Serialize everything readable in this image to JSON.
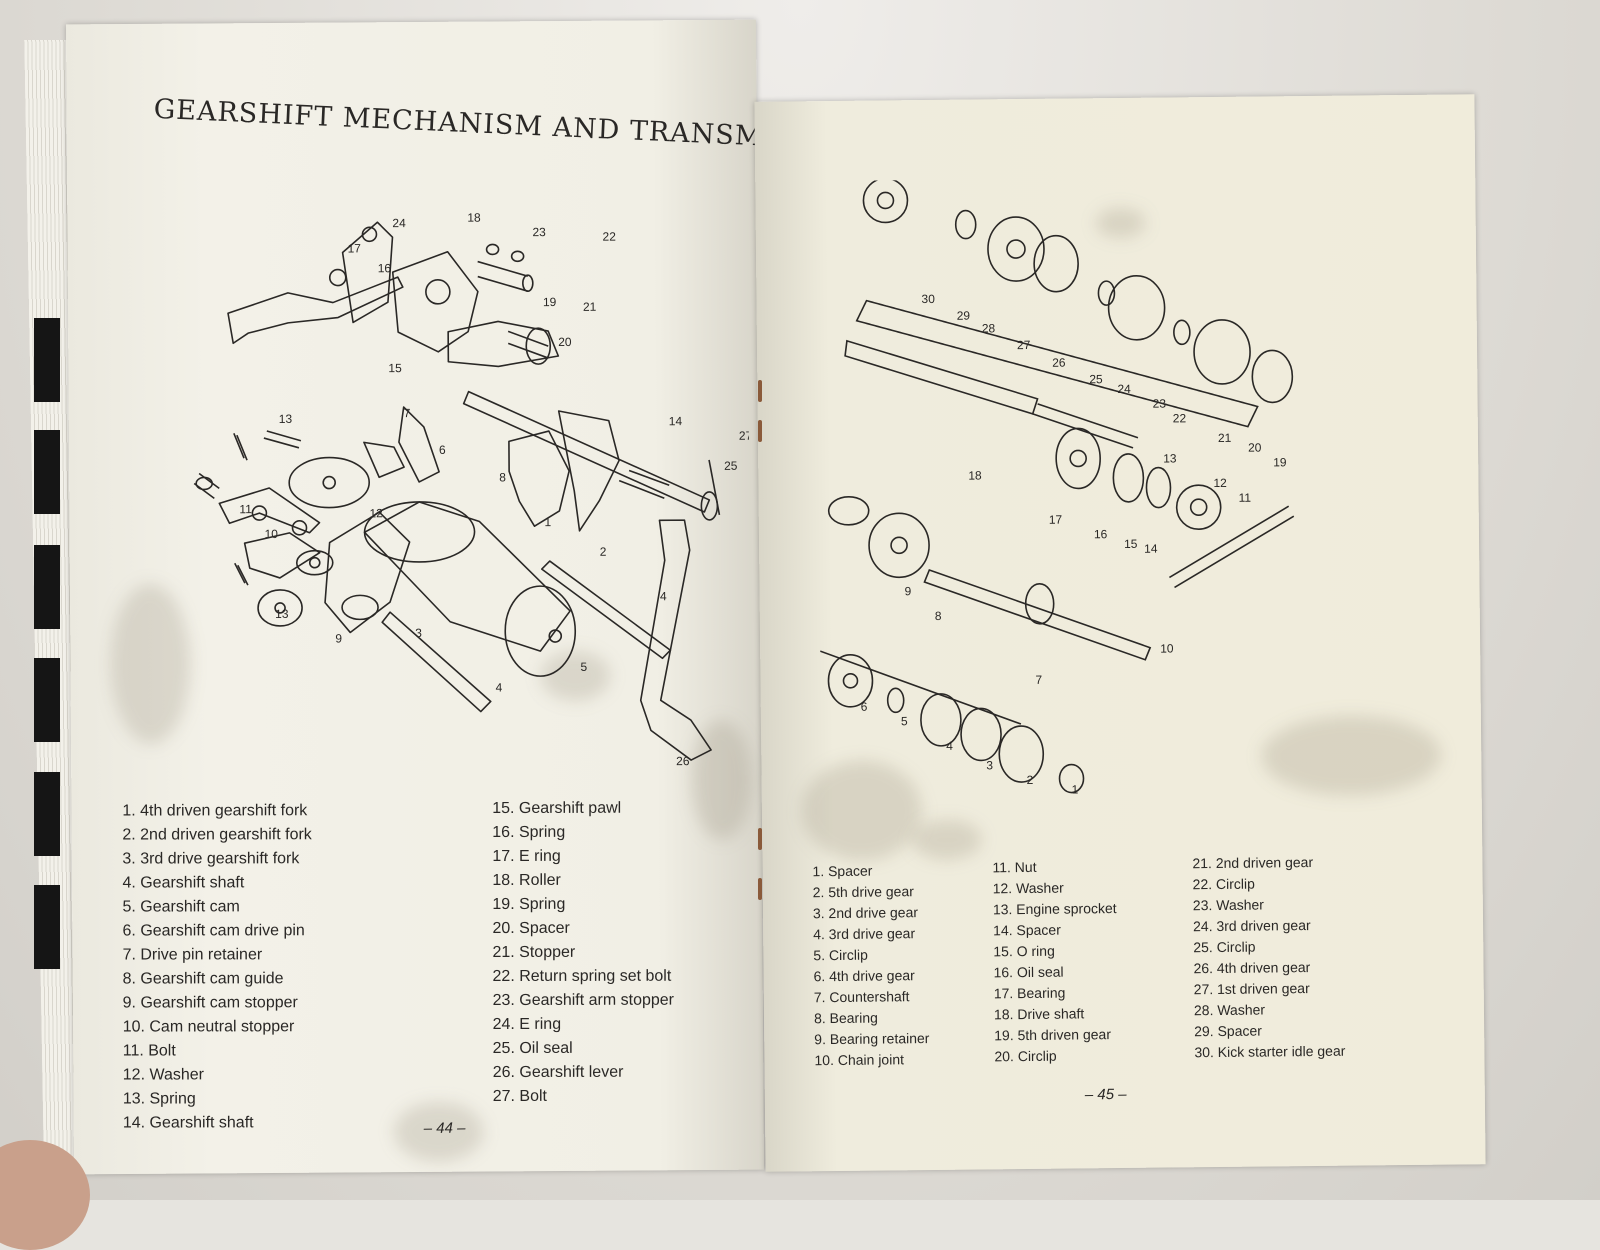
{
  "left_page": {
    "title": "GEARSHIFT MECHANISM AND TRANSMISSION",
    "page_number": "– 44 –",
    "parts": [
      "1. 4th driven gearshift fork",
      "2. 2nd driven gearshift fork",
      "3. 3rd drive gearshift fork",
      "4. Gearshift shaft",
      "5. Gearshift cam",
      "6. Gearshift cam drive pin",
      "7. Drive pin retainer",
      "8. Gearshift cam guide",
      "9. Gearshift cam stopper",
      "10. Cam neutral stopper",
      "11. Bolt",
      "12. Washer",
      "13. Spring",
      "14. Gearshift shaft",
      "15. Gearshift pawl",
      "16. Spring",
      "17. E ring",
      "18. Roller",
      "19. Spring",
      "20. Spacer",
      "21. Stopper",
      "22. Return spring set bolt",
      "23. Gearshift arm stopper",
      "24. E ring",
      "25. Oil seal",
      "26. Gearshift lever",
      "27. Bolt"
    ],
    "diagram_callouts": [
      "1",
      "2",
      "3",
      "4",
      "4",
      "5",
      "6",
      "7",
      "8",
      "9",
      "10",
      "11",
      "12",
      "13",
      "13",
      "14",
      "15",
      "16",
      "17",
      "18",
      "19",
      "20",
      "21",
      "22",
      "23",
      "24",
      "25",
      "26",
      "27"
    ]
  },
  "right_page": {
    "page_number": "– 45 –",
    "parts": [
      "1. Spacer",
      "2. 5th drive gear",
      "3. 2nd drive gear",
      "4. 3rd drive gear",
      "5. Circlip",
      "6. 4th drive gear",
      "7. Countershaft",
      "8. Bearing",
      "9. Bearing retainer",
      "10. Chain joint",
      "11. Nut",
      "12. Washer",
      "13. Engine sprocket",
      "14. Spacer",
      "15. O ring",
      "16. Oil seal",
      "17. Bearing",
      "18. Drive shaft",
      "19. 5th driven gear",
      "20. Circlip",
      "21. 2nd driven gear",
      "22. Circlip",
      "23. Washer",
      "24. 3rd driven gear",
      "25. Circlip",
      "26. 4th driven gear",
      "27. 1st driven gear",
      "28. Washer",
      "29. Spacer",
      "30. Kick starter idle gear"
    ],
    "diagram_callouts": [
      "1",
      "2",
      "3",
      "4",
      "5",
      "6",
      "7",
      "8",
      "9",
      "10",
      "11",
      "12",
      "13",
      "14",
      "15",
      "16",
      "17",
      "18",
      "19",
      "20",
      "21",
      "22",
      "23",
      "24",
      "25",
      "26",
      "27",
      "28",
      "29",
      "30"
    ]
  }
}
